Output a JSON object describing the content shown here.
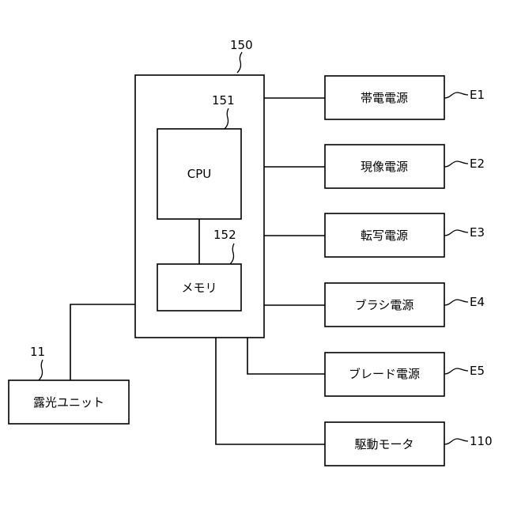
{
  "controller": {
    "ref": "150",
    "cpu": {
      "label": "CPU",
      "ref": "151"
    },
    "memory": {
      "label": "メモリ",
      "ref": "152"
    }
  },
  "exposure_unit": {
    "label": "露光ユニット",
    "ref": "11"
  },
  "outputs": [
    {
      "label": "帯電電源",
      "ref": "E1"
    },
    {
      "label": "現像電源",
      "ref": "E2"
    },
    {
      "label": "転写電源",
      "ref": "E3"
    },
    {
      "label": "ブラシ電源",
      "ref": "E4"
    },
    {
      "label": "ブレード電源",
      "ref": "E5"
    },
    {
      "label": "駆動モータ",
      "ref": "110"
    }
  ]
}
